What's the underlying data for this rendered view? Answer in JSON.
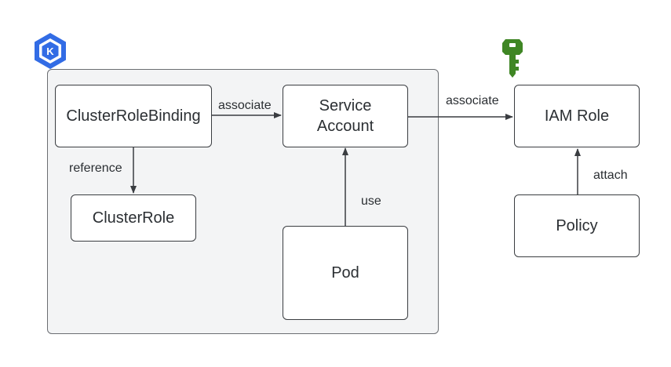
{
  "nodes": {
    "cluster_role_binding": "ClusterRoleBinding",
    "service_account_line1": "Service",
    "service_account_line2": "Account",
    "cluster_role": "ClusterRole",
    "pod": "Pod",
    "iam_role": "IAM Role",
    "policy": "Policy"
  },
  "edges": {
    "crb_to_sa": "associate",
    "crb_to_cr": "reference",
    "pod_to_sa": "use",
    "sa_to_iam": "associate",
    "policy_to_iam": "attach"
  },
  "icons": {
    "kubernetes_logo": "K",
    "kubernetes_color": "#326ce5",
    "iam_key_color": "#3f8624"
  },
  "colors": {
    "cluster_background": "#f3f4f5",
    "line_color": "#3a3d41"
  }
}
